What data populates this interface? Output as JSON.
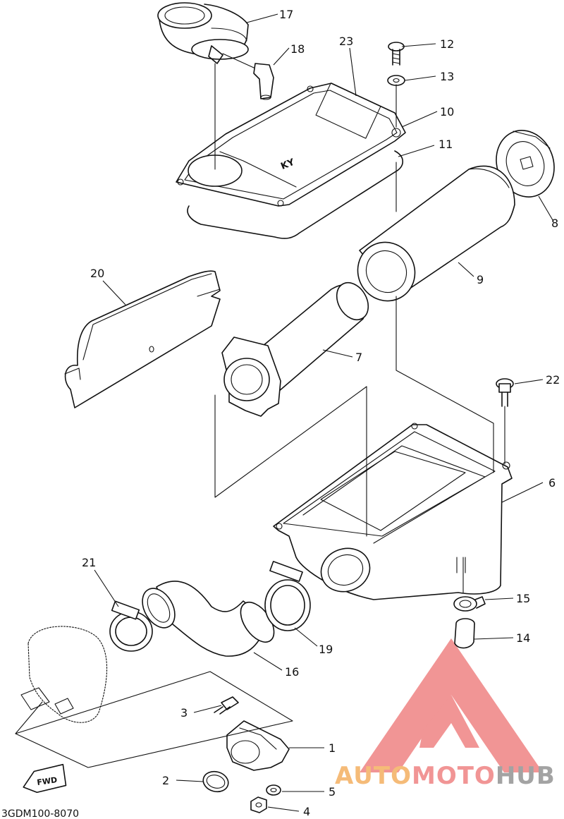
{
  "diagram": {
    "drawing_code": "3GDM100-8070",
    "fwd_label": "FWD",
    "lid_marking": "KY",
    "parts": [
      {
        "id": "part-1",
        "number": "1"
      },
      {
        "id": "part-2",
        "number": "2"
      },
      {
        "id": "part-3",
        "number": "3"
      },
      {
        "id": "part-4",
        "number": "4"
      },
      {
        "id": "part-5",
        "number": "5"
      },
      {
        "id": "part-6",
        "number": "6"
      },
      {
        "id": "part-7",
        "number": "7"
      },
      {
        "id": "part-8",
        "number": "8"
      },
      {
        "id": "part-9",
        "number": "9"
      },
      {
        "id": "part-10",
        "number": "10"
      },
      {
        "id": "part-11",
        "number": "11"
      },
      {
        "id": "part-12",
        "number": "12"
      },
      {
        "id": "part-13",
        "number": "13"
      },
      {
        "id": "part-14",
        "number": "14"
      },
      {
        "id": "part-15",
        "number": "15"
      },
      {
        "id": "part-16",
        "number": "16"
      },
      {
        "id": "part-17",
        "number": "17"
      },
      {
        "id": "part-18",
        "number": "18"
      },
      {
        "id": "part-19",
        "number": "19"
      },
      {
        "id": "part-20",
        "number": "20"
      },
      {
        "id": "part-21",
        "number": "21"
      },
      {
        "id": "part-22",
        "number": "22"
      },
      {
        "id": "part-23",
        "number": "23"
      }
    ]
  },
  "watermark": {
    "text_part1": "AUTO",
    "text_part2": "MOTO",
    "text_part3": "HUB",
    "color_orange": "#f5b46a",
    "color_red": "#f08a8a",
    "color_gray": "#9a9a9a"
  }
}
